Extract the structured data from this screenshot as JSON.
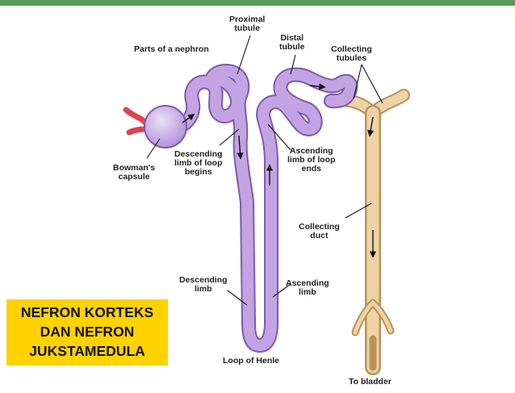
{
  "labels": {
    "parts_title": "Parts of a nephron",
    "proximal_tubule": "Proximal\ntubule",
    "distal_tubule": "Distal\ntubule",
    "collecting_tubules": "Collecting\ntubules",
    "bowmans_capsule": "Bowman's\ncapsule",
    "descending_limb_begins": "Descending\nlimb of loop\nbegins",
    "ascending_limb_ends": "Ascending\nlimb of loop\nends",
    "collecting_duct": "Collecting\nduct",
    "descending_limb": "Descending\nlimb",
    "ascending_limb": "Ascending\nlimb",
    "loop_of_henle": "Loop of Henle",
    "to_bladder": "To bladder"
  },
  "callout": {
    "text": "NEFRON KORTEKS\nDAN NEFRON\nJUKSTAMEDULA"
  },
  "colors": {
    "nephron": "#c4a3e4",
    "nephron_edge": "#7d5ca8",
    "duct": "#efd3a6",
    "duct_edge": "#b8925a",
    "vessel": "#e0434f",
    "callout_bg": "#ffd200",
    "top_bar": "#5a9a57"
  }
}
